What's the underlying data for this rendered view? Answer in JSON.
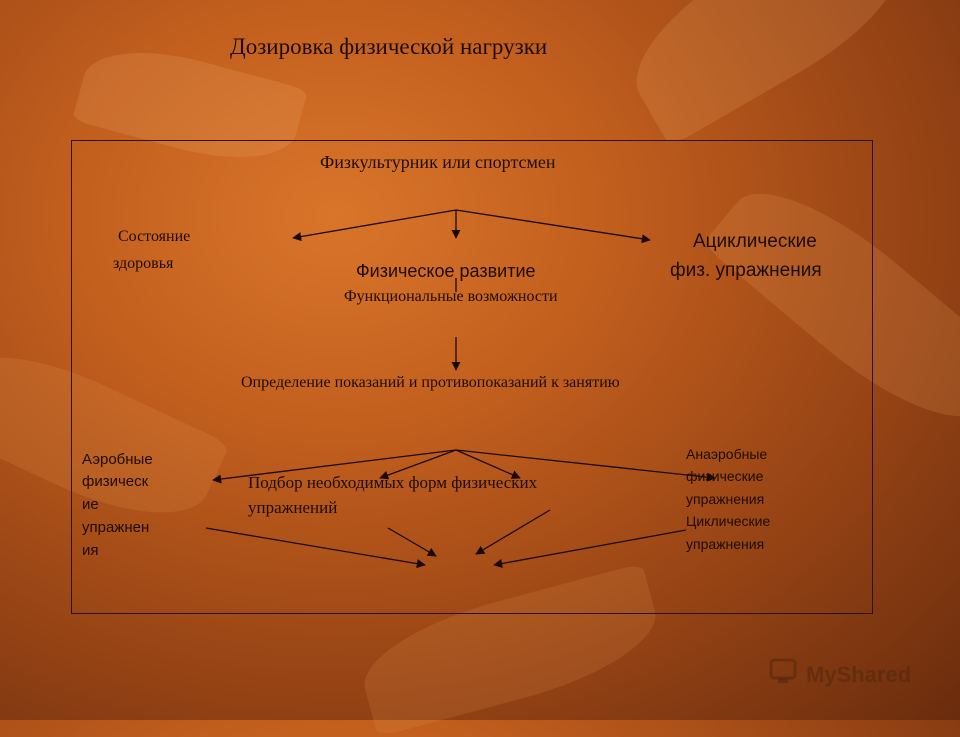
{
  "title": "Дозировка физической нагрузки",
  "nodes": {
    "top": "Физкультурник или спортсмен",
    "health_line1": "Состояние",
    "health_line2": "здоровья",
    "physdev": "Физическое развитие",
    "functional": "Функциональные возможности",
    "acyclic_line1": "Ациклические",
    "acyclic_line2": "физ. упражнения",
    "indications": "Определение показаний и противопоказаний к занятию",
    "aerobic": [
      "Аэробные",
      "физическ",
      "ие",
      "упражнен",
      "ия"
    ],
    "selection_line1": "Подбор необходимых форм физических",
    "selection_line2": "упражнений",
    "anaerobic": [
      "Анаэробные",
      "физические",
      "упражнения",
      "Циклические",
      "упражнения"
    ]
  },
  "watermark": "MyShared",
  "colors": {
    "text": "#1e0c04",
    "line": "#1a0a04",
    "bg": "#c25f1e"
  }
}
